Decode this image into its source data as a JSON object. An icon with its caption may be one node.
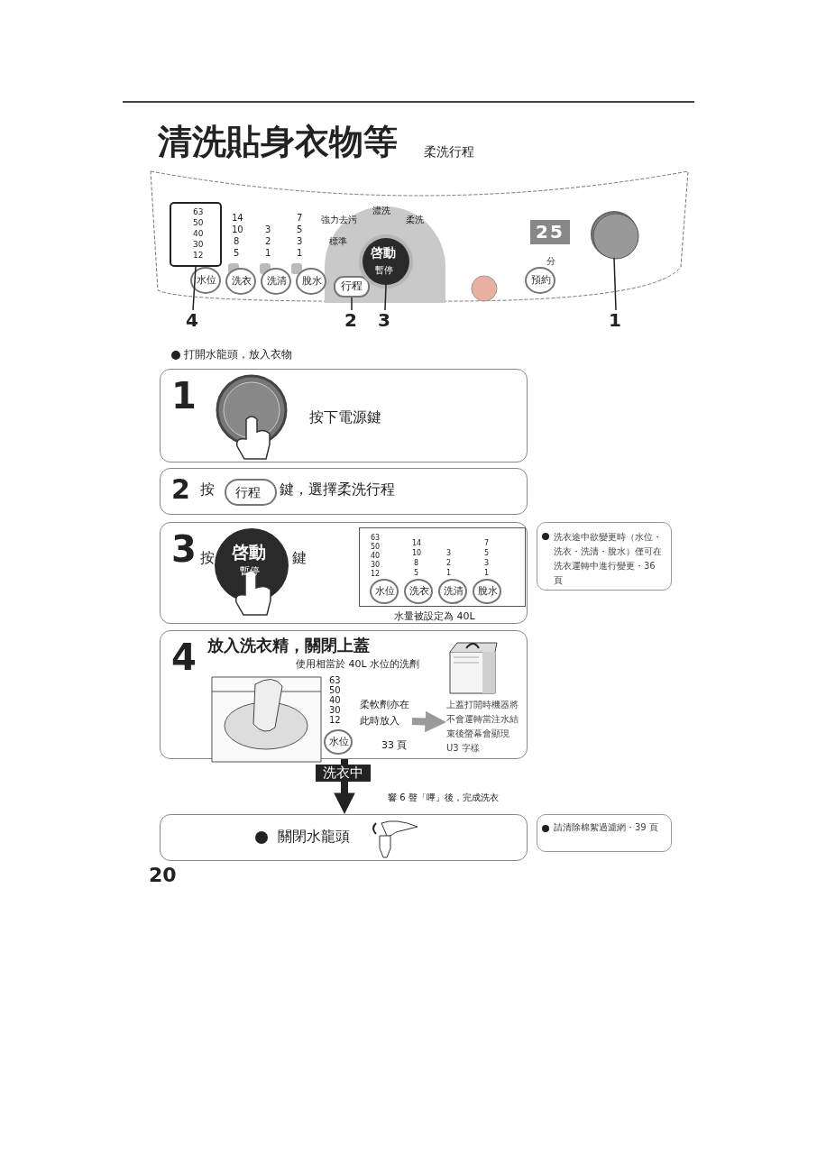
{
  "diagram": {
    "title": "清洗貼身衣物等",
    "nodes": [
      {
        "text": [],
        "shape": "picture"
      },
      {
        "text": [
          "63",
          "50",
          "40",
          "30",
          "12"
        ],
        "in": 0
      },
      {
        "text": [
          "行程"
        ],
        "in": 0
      },
      {
        "text": [
          "啓動",
          "暫停"
        ],
        "in": 0
      },
      {
        "text": [],
        "shape": "circle",
        "in": 0
      },
      {
        "text": [
          "4"
        ]
      },
      {
        "text": [
          "2"
        ]
      },
      {
        "text": [
          "3"
        ]
      },
      {
        "text": [
          "1"
        ]
      },
      {
        "text": [
          "1",
          "按下電源鍵"
        ]
      },
      {
        "text": [],
        "shape": "picture",
        "in": 9
      },
      {
        "text": [
          "2",
          "按",
          "鍵，選擇柔洗行程"
        ]
      },
      {
        "text": [
          "行程"
        ],
        "in": 11
      },
      {
        "text": [
          "3",
          "按",
          "鍵"
        ]
      },
      {
        "text": [
          "啓動",
          "暫停"
        ],
        "in": 13
      },
      {
        "text": [
          "63",
          "50",
          "40",
          "30",
          "12",
          "14",
          "10",
          "8",
          "5",
          "3",
          "2",
          "1",
          "7",
          "5",
          "3",
          "1"
        ],
        "in": 13
      },
      {
        "text": [
          "水位"
        ],
        "in": 15
      },
      {
        "text": [
          "洗衣"
        ],
        "in": 15
      },
      {
        "text": [
          "洗清"
        ],
        "in": 15
      },
      {
        "text": [
          "脫水"
        ],
        "in": 15
      },
      {
        "text": [
          "洗衣途中欲變更時（水位・洗衣・洗清・脫水）僅可在洗衣運轉中進行變更・36 頁"
        ]
      },
      {
        "text": [
          "4",
          "放入洗衣精，關閉上蓋",
          "使用相當於 40L 水位的洗劑"
        ]
      },
      {
        "text": [],
        "shape": "picture",
        "in": 21
      },
      {
        "text": [
          "63",
          "50",
          "40",
          "30",
          "12"
        ],
        "in": 21
      },
      {
        "text": [
          "水位"
        ],
        "in": 21
      },
      {
        "text": [
          "柔軟劑亦在此時放入",
          "33 頁"
        ],
        "in": 21
      },
      {
        "text": [
          "上蓋打開時機器將不會運轉當注水結束後螢幕會顯現 U3 字樣"
        ],
        "in": 21
      },
      {
        "text": [],
        "shape": "picture",
        "in": 21
      },
      {
        "text": [
          "關閉水龍頭"
        ]
      },
      {
        "text": [],
        "shape": "picture",
        "in": 28
      },
      {
        "text": [
          "請清除棉絮過濾網・39 頁"
        ]
      },
      {
        "text": [
          "水位"
        ],
        "in": 0
      },
      {
        "text": [
          "洗衣"
        ],
        "in": 0
      },
      {
        "text": [
          "洗清"
        ],
        "in": 0
      },
      {
        "text": [
          "脫水"
        ],
        "in": 0
      },
      {
        "text": [
          "預約"
        ],
        "in": 0
      }
    ],
    "edges": [
      {
        "from": 5,
        "to": 1,
        "arrow": "none"
      },
      {
        "from": 6,
        "to": 2,
        "arrow": "none"
      },
      {
        "from": 7,
        "to": 3,
        "arrow": "none"
      },
      {
        "from": 8,
        "to": 4,
        "arrow": "none"
      },
      {
        "from": 25,
        "to": 26,
        "arrow": "to",
        "style": "thick",
        "color": "#9a9a9a"
      },
      {
        "from": 21,
        "to": 28,
        "arrow": "to",
        "label": "洗衣中",
        "style": "thick"
      }
    ],
    "labels": [
      "柔洗行程",
      "水量被設定為 40L",
      "14",
      "10",
      "8",
      "5",
      "3",
      "2",
      "1",
      "7",
      "5",
      "3",
      "1",
      "強力去污",
      "濃洗",
      "柔洗",
      "標準",
      "25",
      "分",
      "打開水龍頭，放入衣物",
      "響 6 聲「嗶」後，完成洗衣",
      "20"
    ]
  }
}
